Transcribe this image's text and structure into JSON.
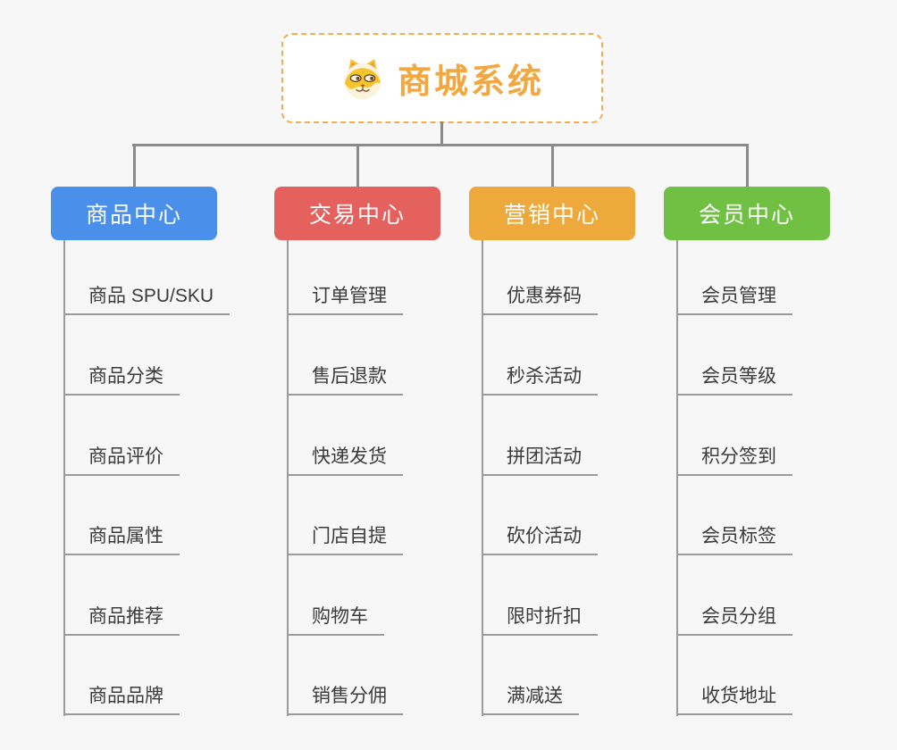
{
  "root": {
    "title": "商城系统",
    "icon": "doge-icon"
  },
  "branches": [
    {
      "label": "商品中心",
      "slug": "product-center",
      "color": "#4a8fe9",
      "items": [
        "商品 SPU/SKU",
        "商品分类",
        "商品评价",
        "商品属性",
        "商品推荐",
        "商品品牌"
      ]
    },
    {
      "label": "交易中心",
      "slug": "trade-center",
      "color": "#e5615e",
      "items": [
        "订单管理",
        "售后退款",
        "快递发货",
        "门店自提",
        "购物车",
        "销售分佣"
      ]
    },
    {
      "label": "营销中心",
      "slug": "marketing-center",
      "color": "#eda93b",
      "items": [
        "优惠券码",
        "秒杀活动",
        "拼团活动",
        "砍价活动",
        "限时折扣",
        "满减送"
      ]
    },
    {
      "label": "会员中心",
      "slug": "member-center",
      "color": "#70c043",
      "items": [
        "会员管理",
        "会员等级",
        "积分签到",
        "会员标签",
        "会员分组",
        "收货地址"
      ]
    }
  ],
  "colors": {
    "background": "#f7f7f7",
    "root_accent_text": "#f2a740",
    "root_dashed_border": "#f5ac4c",
    "branch_blue": "#4a8fe9",
    "branch_red": "#e5615e",
    "branch_amber": "#eda93b",
    "branch_green": "#70c043",
    "connector_gray": "#8b8b8b",
    "underline_gray": "#9b9b9b",
    "item_text": "#3b3b3b"
  }
}
